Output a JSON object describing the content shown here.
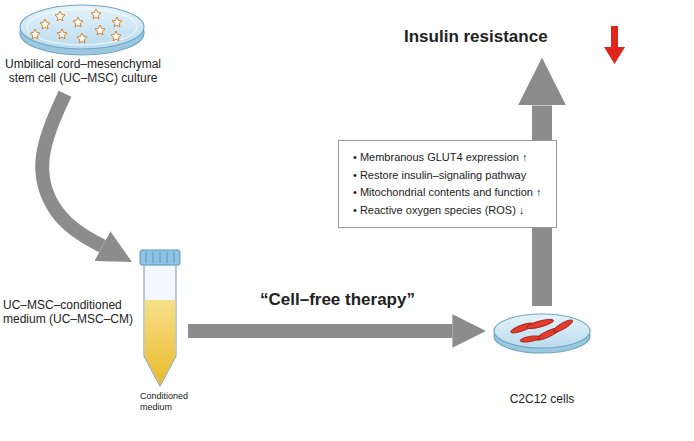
{
  "diagram": {
    "nodes": [
      {
        "text": [
          "Umbilical cord–mesenchymal stem cell (UC–MSC) culture"
        ]
      },
      {
        "text": [
          "UC–MSC–conditioned medium (UC–MSC–CM)",
          "Conditioned medium"
        ]
      },
      {
        "text": [
          "C2C12 cells"
        ]
      },
      {
        "text": [
          "• Membranous GLUT4 expression ↑",
          "• Restore insulin–signaling pathway",
          "• Mitochondrial contents and function ↑",
          "• Reactive oxygen species (ROS) ↓"
        ]
      },
      {
        "text": [
          "Insulin resistance"
        ]
      }
    ],
    "edges": [
      {
        "from": 0,
        "to": 1,
        "arrow": "to"
      },
      {
        "from": 1,
        "to": 2,
        "arrow": "to",
        "label": "“Cell–free therapy”"
      },
      {
        "from": 2,
        "to": 4,
        "arrow": "to"
      }
    ]
  }
}
